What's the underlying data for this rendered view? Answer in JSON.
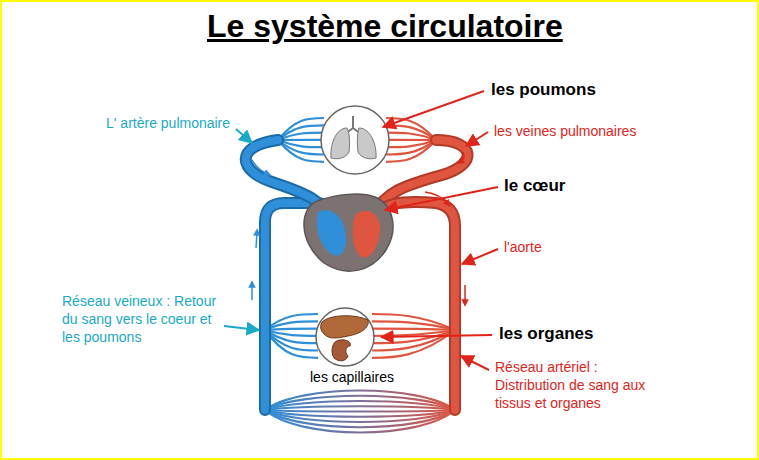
{
  "diagram": {
    "title": "Le système circulatoire",
    "labels": [
      "L' artère pulmonaire",
      "les poumons",
      "les veines pulmonaires",
      "le cœur",
      "l'aorte",
      "Réseau veineux : Retour du sang vers le coeur et les poumons",
      "les organes",
      "les capillaires",
      "Réseau artériel : Distribution de sang aux tissus et organes"
    ]
  }
}
